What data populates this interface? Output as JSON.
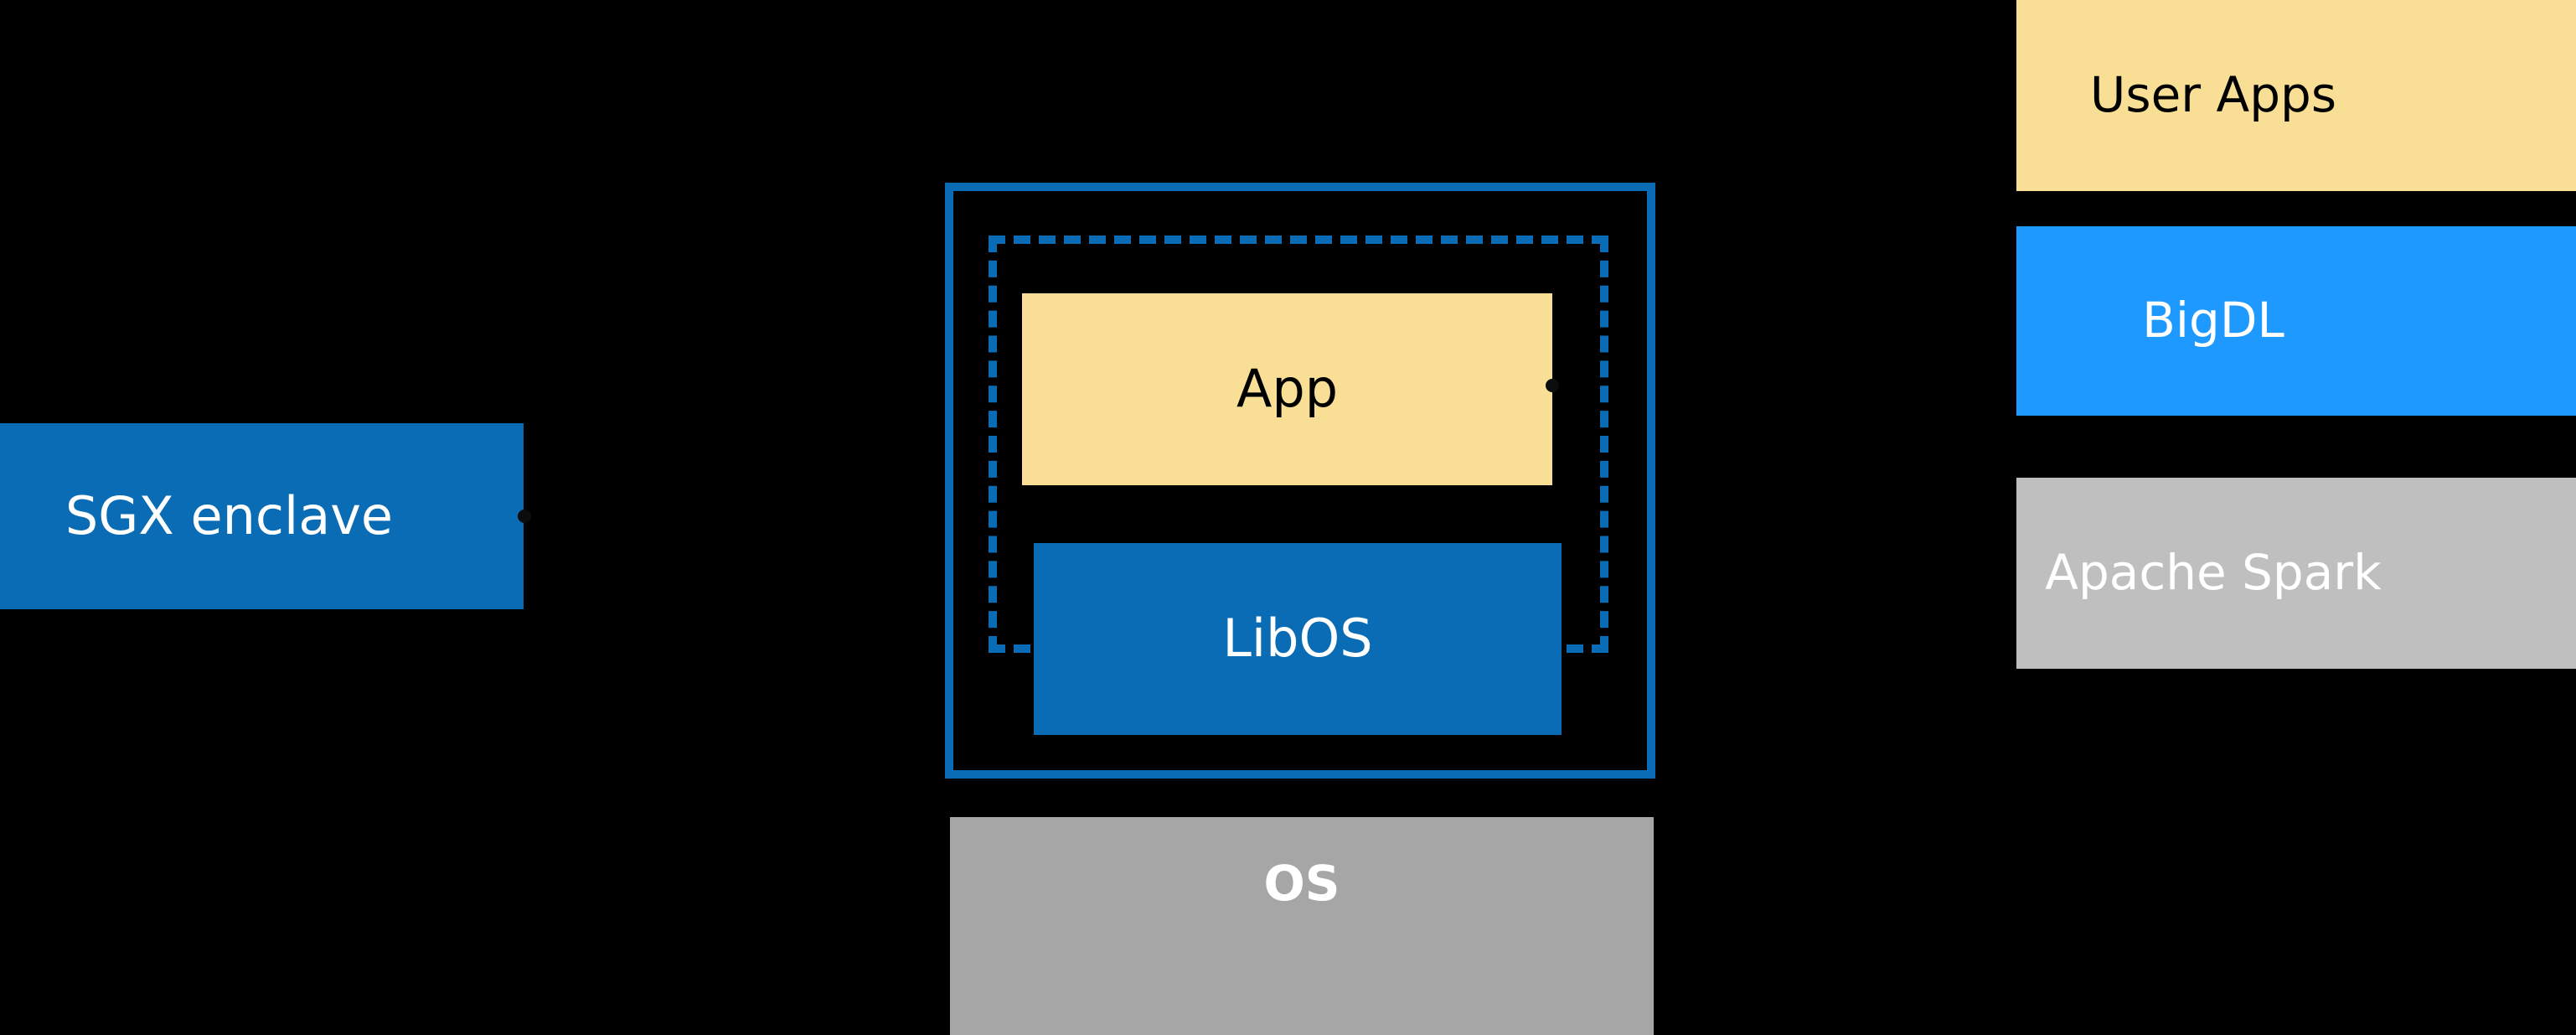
{
  "diagram": {
    "background_color": "#000000",
    "title": "",
    "left": {
      "sgx_enclave": {
        "label": "SGX enclave",
        "fill": "#0A6CB4",
        "text_color": "#FFFFFF"
      }
    },
    "center": {
      "enclave_outline": {
        "name": "enclave boundary",
        "stroke": "#0A6CB4",
        "style": "solid"
      },
      "libos_boundary_outline": {
        "name": "libos boundary",
        "stroke": "#0A6CB4",
        "style": "dashed"
      },
      "app": {
        "label": "App",
        "fill": "#F8DF95",
        "text_color": "#000000"
      },
      "libos": {
        "label": "LibOS",
        "fill": "#0A6CB4",
        "text_color": "#FFFFFF"
      },
      "os": {
        "label": "OS",
        "fill": "#A6A6A6",
        "text_color": "#FFFFFF"
      }
    },
    "right_stack": [
      {
        "label": "User Apps",
        "fill": "#F8DF95",
        "text_color": "#000000"
      },
      {
        "label": "BigDL",
        "fill": "#1E99FF",
        "text_color": "#FFFFFF"
      },
      {
        "label": "Apache Spark",
        "fill": "#BFBFBF",
        "text_color": "#FFFFFF"
      }
    ],
    "connectors": [
      {
        "name": "sgx-to-enclave",
        "color": "#0C0C0C"
      },
      {
        "name": "app-to-user-apps",
        "color": "#0C0C0C"
      }
    ]
  }
}
